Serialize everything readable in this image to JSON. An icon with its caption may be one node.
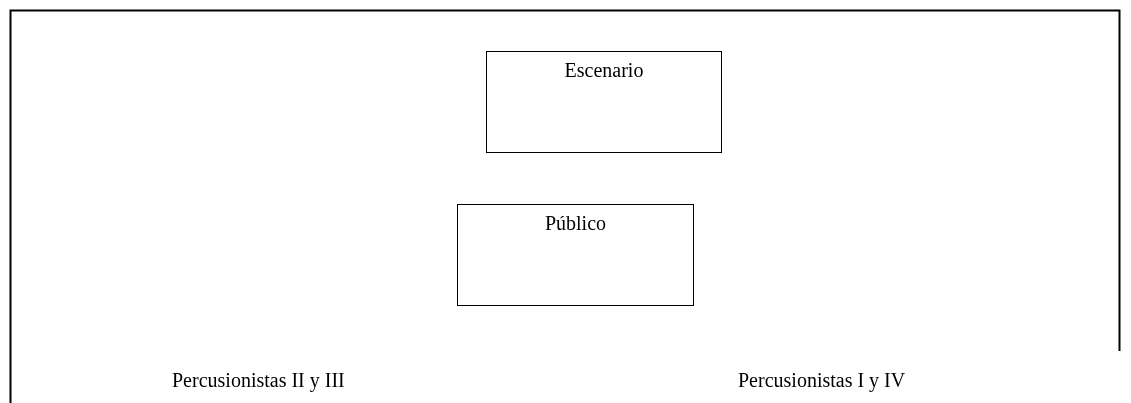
{
  "diagram": {
    "nodes": [
      {
        "text": [
          "Escenario"
        ]
      },
      {
        "text": [
          "Público"
        ]
      }
    ],
    "labels": [
      "Percusionistas II y III",
      "Percusionistas I y IV"
    ]
  }
}
